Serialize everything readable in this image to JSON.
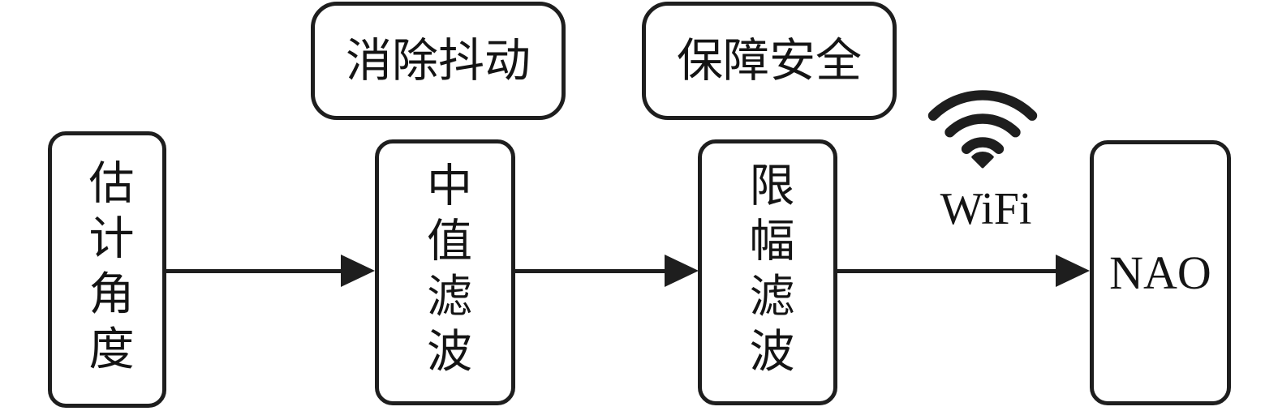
{
  "diagram": {
    "type": "flowchart",
    "background": "#ffffff",
    "stroke_color": "#1e1e1e",
    "text_color": "#141414",
    "nodes": [
      {
        "id": "estimate-angle",
        "text": "估计角度",
        "orientation": "vertical"
      },
      {
        "id": "median-filter",
        "text": "中值滤波",
        "orientation": "vertical"
      },
      {
        "id": "limit-filter",
        "text": "限幅滤波",
        "orientation": "vertical"
      },
      {
        "id": "nao",
        "text": "NAO",
        "orientation": "horizontal"
      }
    ],
    "callouts": [
      {
        "id": "eliminate-jitter",
        "text": "消除抖动",
        "above": "median-filter"
      },
      {
        "id": "ensure-safety",
        "text": "保障安全",
        "above": "limit-filter"
      }
    ],
    "connections": [
      {
        "from": "estimate-angle",
        "to": "median-filter"
      },
      {
        "from": "median-filter",
        "to": "limit-filter"
      },
      {
        "from": "limit-filter",
        "to": "nao",
        "label": "WiFi",
        "icon": "wifi-icon"
      }
    ],
    "wifi": {
      "label": "WiFi",
      "icon": "wifi-icon"
    }
  }
}
